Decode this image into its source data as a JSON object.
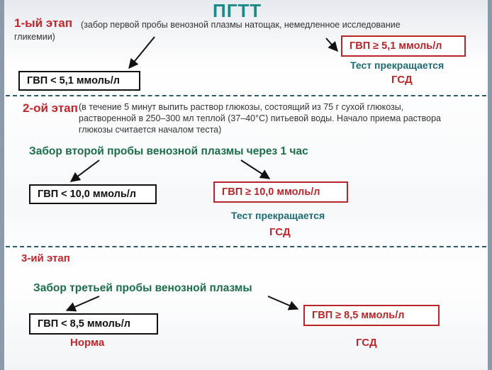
{
  "title": "ПГТТ",
  "stage1": {
    "label": "1-ый этап",
    "note_line1": "(забор первой пробы венозной плазмы натощак, немедленное исследование",
    "note_line2": "гликемии)",
    "left_box": "ГВП < 5,1 ммоль/л",
    "right_box": "ГВП ≥ 5,1 ммоль/л",
    "stop_text": "Тест прекращается",
    "result": "ГСД"
  },
  "stage2": {
    "label": "2-ой этап",
    "note_line1": "(в течение 5 минут выпить раствор глюкозы, состоящий из 75 г сухой глюкозы,",
    "note_line2": "растворенной в 250–300 мл теплой (37–40°С) питьевой воды. Начало приема раствора",
    "note_line3": "глюкозы считается началом теста)",
    "sample_text": "Забор второй пробы венозной плазмы через 1 час",
    "left_box": "ГВП < 10,0 ммоль/л",
    "right_box": "ГВП ≥ 10,0 ммоль/л",
    "stop_text": "Тест прекращается",
    "result": "ГСД"
  },
  "stage3": {
    "label": "3-ий этап",
    "sample_text": "Забор третьей пробы венозной плазмы",
    "left_box": "ГВП < 8,5 ммоль/л",
    "right_box": "ГВП ≥ 8,5 ммоль/л",
    "left_result": "Норма",
    "right_result": "ГСД"
  },
  "colors": {
    "title": "#1b8a86",
    "stage_label": "#c0262c",
    "sample_text": "#1c6e4a",
    "stop_text": "#1d6b73",
    "red_box": "#b8262b"
  }
}
